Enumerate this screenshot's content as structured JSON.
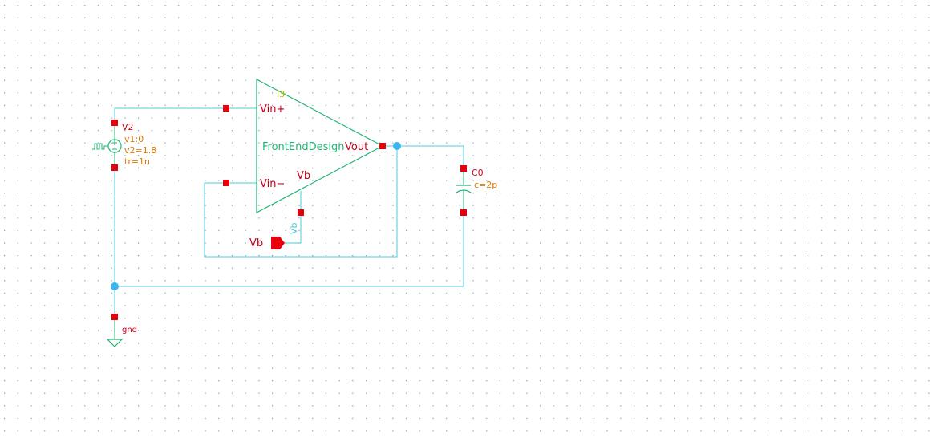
{
  "colors": {
    "background": "#ffffff",
    "grid_dot": "#7a9aa8",
    "wire": "#4cc8dc",
    "symbol": "#22b573",
    "pin": "#e8000b",
    "label_red": "#c8001a",
    "param": "#e07a00",
    "instance_name": "#b8b800",
    "junction": "#3ab6f0"
  },
  "amplifier": {
    "instance": "I3",
    "cell_name": "FrontEndDesign",
    "pin_vin_plus": "Vin+",
    "pin_vin_minus": "Vin−",
    "pin_vout": "Vout",
    "pin_vb": "Vb"
  },
  "source": {
    "name": "V2",
    "params": [
      "v1:0",
      "v2=1.8",
      "tr=1n"
    ]
  },
  "capacitor": {
    "name": "C0",
    "value": "c=2p"
  },
  "pin_vb": {
    "name": "Vb",
    "net_label": "Vb"
  },
  "ground": {
    "label": "gnd"
  }
}
